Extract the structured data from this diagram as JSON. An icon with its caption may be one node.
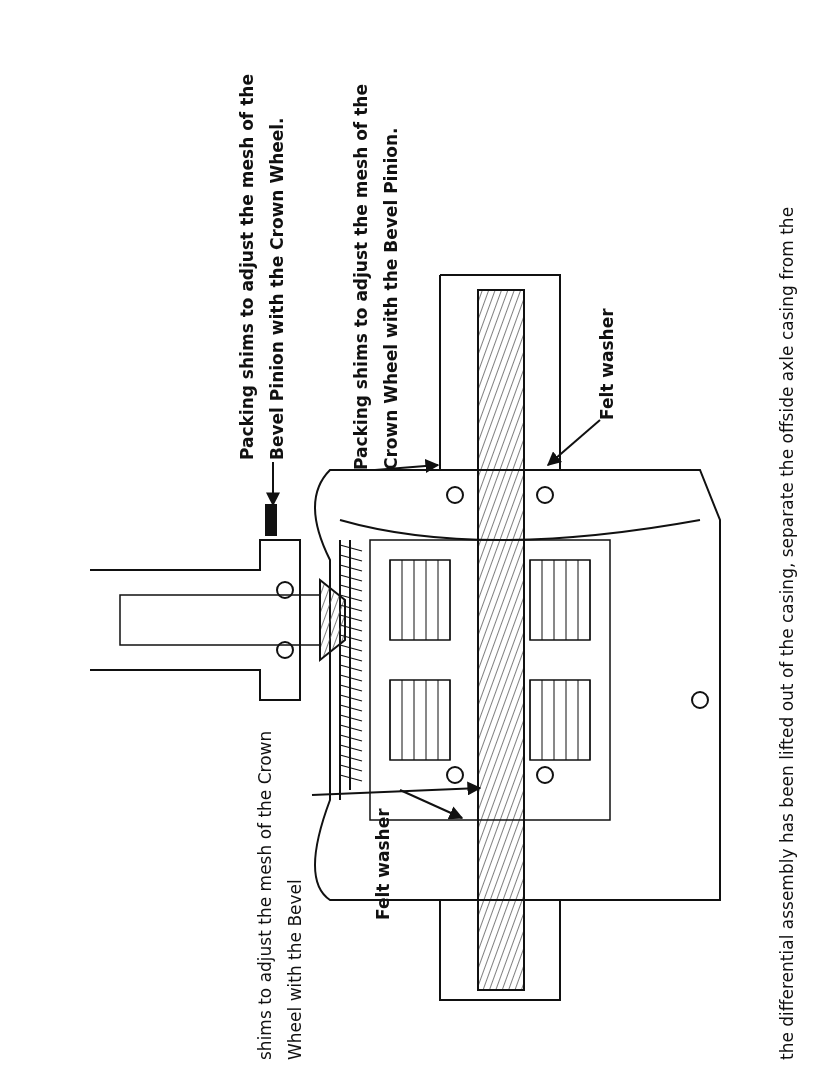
{
  "diagram": {
    "nodes": [
      {
        "text": [
          "Packing shims to adjust the mesh of the Bevel Pinion with the Crown Wheel."
        ]
      },
      {
        "text": [
          "Packing shims to adjust the mesh of the Crown Wheel with the Bevel Pinion."
        ]
      },
      {
        "text": [
          "Felt washer"
        ]
      },
      {
        "text": [
          "shims to adjust the mesh of the Crown Wheel with the Bevel"
        ]
      },
      {
        "text": [
          "Felt washer"
        ]
      }
    ],
    "edges": [
      {
        "from": 0,
        "to": null,
        "arrow": "to"
      },
      {
        "from": 1,
        "to": null,
        "arrow": "to"
      },
      {
        "from": 2,
        "to": null,
        "arrow": "to"
      },
      {
        "from": 3,
        "to": null,
        "arrow": "to"
      },
      {
        "from": 4,
        "to": null,
        "arrow": "to"
      }
    ],
    "labels": [
      "the differential assembly has been lifted out of the casing, separate the offside axle casing from the"
    ]
  }
}
